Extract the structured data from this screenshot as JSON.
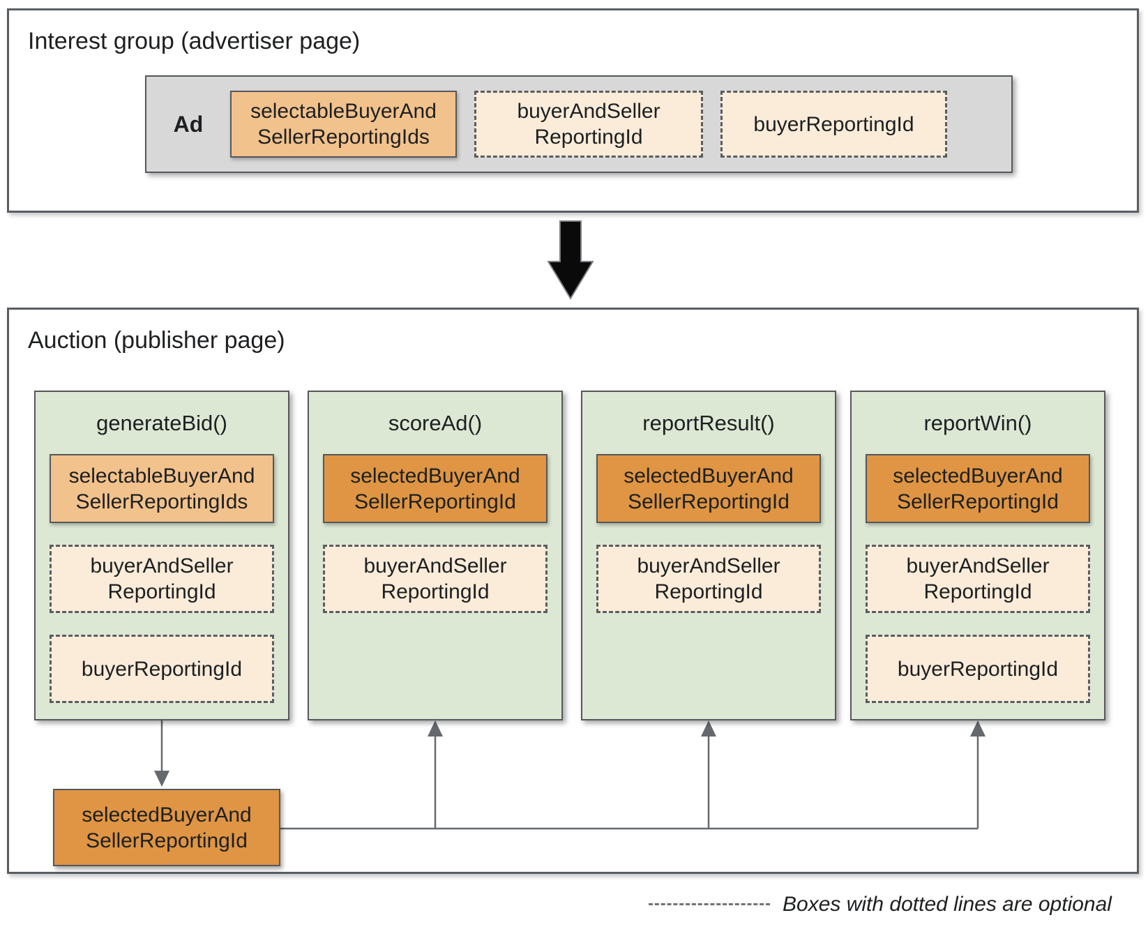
{
  "interest_group": {
    "title": "Interest group (advertiser page)",
    "ad_label": "Ad",
    "boxes": [
      {
        "label": "selectableBuyerAnd\nSellerReportingIds",
        "optional": false
      },
      {
        "label": "buyerAndSeller\nReportingId",
        "optional": true
      },
      {
        "label": "buyerReportingId",
        "optional": true
      }
    ]
  },
  "auction": {
    "title": "Auction (publisher page)",
    "columns": [
      {
        "name": "generateBid()",
        "boxes": [
          {
            "label": "selectableBuyerAnd\nSellerReportingIds",
            "optional": false
          },
          {
            "label": "buyerAndSeller\nReportingId",
            "optional": true
          },
          {
            "label": "buyerReportingId",
            "optional": true
          }
        ]
      },
      {
        "name": "scoreAd()",
        "boxes": [
          {
            "label": "selectedBuyerAnd\nSellerReportingId",
            "optional": false
          },
          {
            "label": "buyerAndSeller\nReportingId",
            "optional": true
          }
        ]
      },
      {
        "name": "reportResult()",
        "boxes": [
          {
            "label": "selectedBuyerAnd\nSellerReportingId",
            "optional": false
          },
          {
            "label": "buyerAndSeller\nReportingId",
            "optional": true
          }
        ]
      },
      {
        "name": "reportWin()",
        "boxes": [
          {
            "label": "selectedBuyerAnd\nSellerReportingId",
            "optional": false
          },
          {
            "label": "buyerAndSeller\nReportingId",
            "optional": true
          },
          {
            "label": "buyerReportingId",
            "optional": true
          }
        ]
      }
    ],
    "selected_output": {
      "label": "selectedBuyerAnd\nSellerReportingId"
    }
  },
  "legend": {
    "text": "Boxes with dotted lines are optional"
  },
  "colors": {
    "light_orange": "#f2c28c",
    "dark_orange": "#df9543",
    "cream": "#faecd9",
    "green_panel": "#dce8d4",
    "gray_strip": "#d8d8d8",
    "box_border": "#55585c",
    "connector_gray": "#65696d",
    "flow_arrow_black": "#0a0a0a"
  }
}
